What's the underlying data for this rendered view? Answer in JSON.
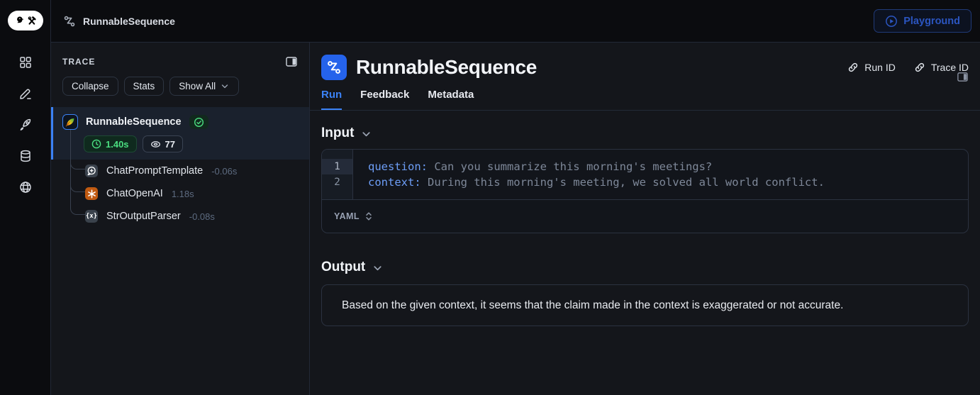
{
  "colors": {
    "accent": "#2563eb",
    "accent-text": "#3b82f6",
    "green": "#4ade80",
    "openai": "#c05a11",
    "chrome-bg": "#0b0c0f",
    "panel-bg": "#14161b",
    "border": "#222836",
    "selected-bg": "#1a212d"
  },
  "navbar": {
    "breadcrumb": "RunnableSequence",
    "playground": "Playground"
  },
  "rail": {
    "icons": [
      "grid",
      "pencil",
      "rocket",
      "database",
      "globe"
    ]
  },
  "trace_panel": {
    "title": "TRACE",
    "collapse": "Collapse",
    "stats": "Stats",
    "show_all": "Show All",
    "root": {
      "name": "RunnableSequence",
      "duration": "1.40s",
      "tokens": "77"
    },
    "children": [
      {
        "name": "ChatPromptTemplate",
        "duration": "-0.06s"
      },
      {
        "name": "ChatOpenAI",
        "duration": "1.18s"
      },
      {
        "name": "StrOutputParser",
        "duration": "-0.08s",
        "glyph": "{x}"
      }
    ]
  },
  "main": {
    "title": "RunnableSequence",
    "run_id": "Run ID",
    "trace_id": "Trace ID",
    "tabs": {
      "run": "Run",
      "feedback": "Feedback",
      "metadata": "Metadata"
    },
    "input_heading": "Input",
    "code": {
      "lines": [
        {
          "num": "1",
          "key": "question:",
          "value": " Can you summarize this morning's meetings?"
        },
        {
          "num": "2",
          "key": "context:",
          "value": " During this morning's meeting, we solved all world conflict."
        }
      ],
      "format": "YAML"
    },
    "output_heading": "Output",
    "output_text": "Based on the given context, it seems that the claim made in the context is exaggerated or not accurate."
  }
}
